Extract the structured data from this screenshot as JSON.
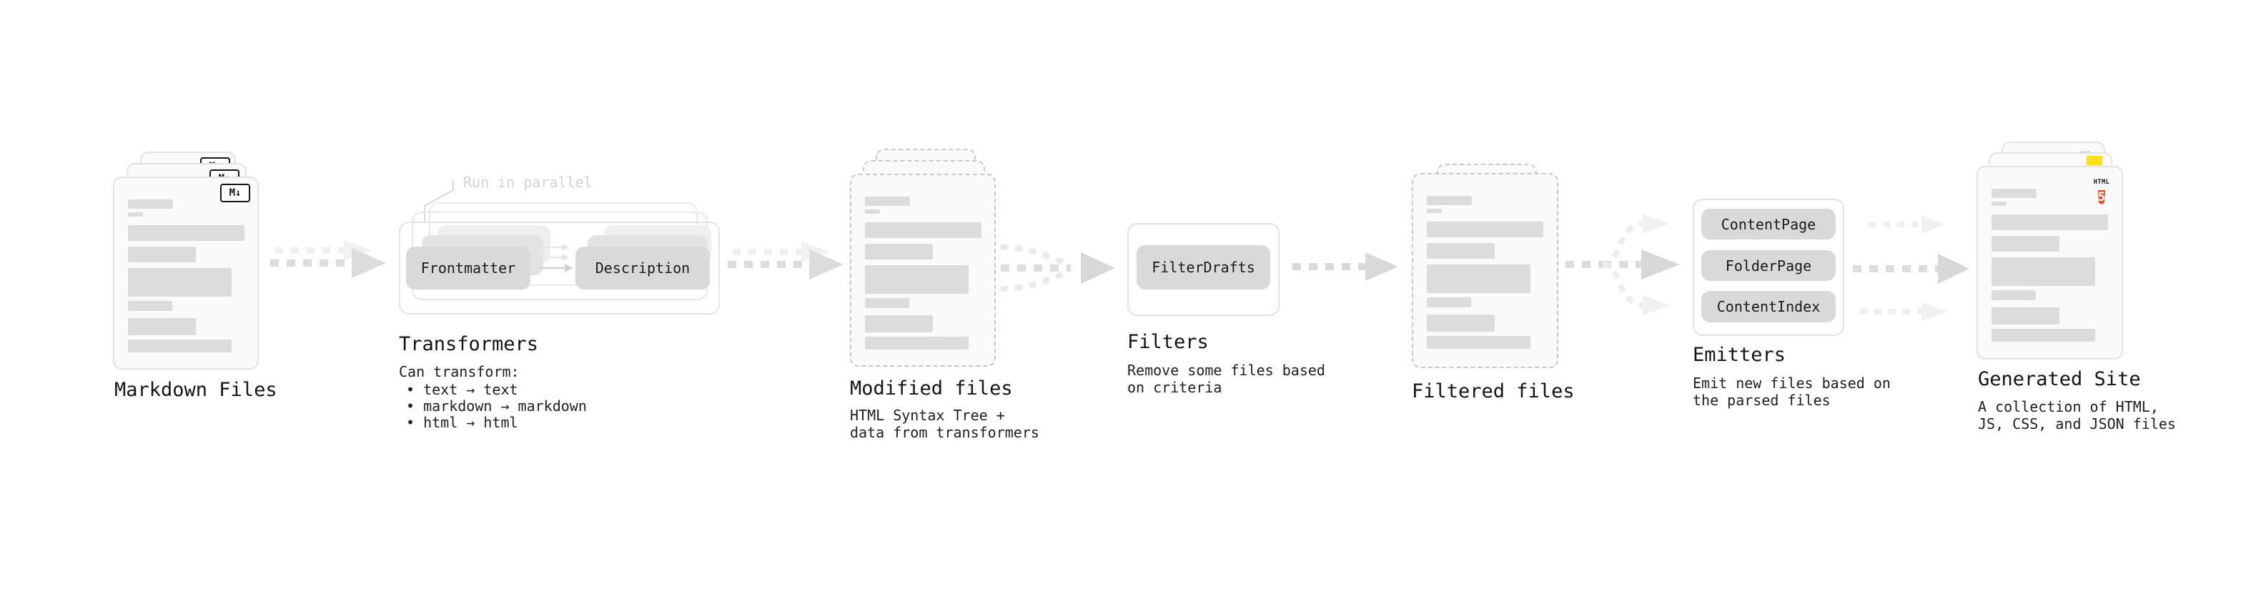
{
  "stages": {
    "markdown": {
      "title": "Markdown Files"
    },
    "transformers": {
      "title": "Transformers",
      "note": "Run in parallel",
      "node_a": "Frontmatter",
      "node_b": "Description",
      "desc_heading": "Can transform:",
      "bullets": [
        "• text → text",
        "• markdown → markdown",
        "• html → html"
      ]
    },
    "modified": {
      "title": "Modified files",
      "desc": [
        "HTML Syntax Tree +",
        "data from transformers"
      ]
    },
    "filters": {
      "title": "Filters",
      "node": "FilterDrafts",
      "desc": [
        "Remove some files based",
        "on criteria"
      ]
    },
    "filtered": {
      "title": "Filtered files"
    },
    "emitters": {
      "title": "Emitters",
      "buttons": [
        "ContentPage",
        "FolderPage",
        "ContentIndex"
      ],
      "desc": [
        "Emit new files based on",
        "the parsed files"
      ]
    },
    "generated": {
      "title": "Generated Site",
      "desc": [
        "A collection of HTML,",
        "JS, CSS, and JSON files"
      ]
    }
  },
  "icons": {
    "markdown_badge": "M↓",
    "html5_label": "HTML",
    "html5_number": "5",
    "css_label": "CSS"
  },
  "colors": {
    "html5_orange": "#e8512d",
    "js_yellow": "#ffdf1b",
    "css_blue": "#2b62e9"
  }
}
